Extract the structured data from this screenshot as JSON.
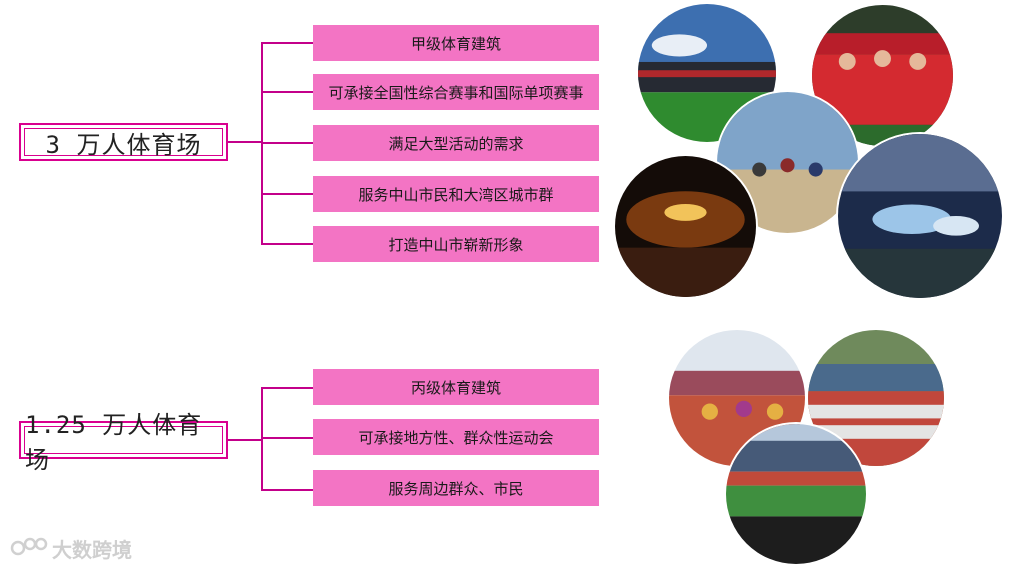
{
  "sections": [
    {
      "title": "3 万人体育场",
      "items": [
        "甲级体育建筑",
        "可承接全国性综合赛事和国际单项赛事",
        "满足大型活动的需求",
        "服务中山市民和大湾区城市群",
        "打造中山市崭新形象"
      ]
    },
    {
      "title": "1.25 万人体育场",
      "items": [
        "丙级体育建筑",
        "可承接地方性、群众性运动会",
        "服务周边群众、市民"
      ]
    }
  ],
  "photos": {
    "top": [
      "stadium-interior",
      "football-team-celebration",
      "jumping-crowd",
      "night-concert",
      "stadium-aerial-night"
    ],
    "bottom": [
      "folk-dance-performance",
      "mass-gymnastics",
      "stadium-field"
    ]
  },
  "watermark": "大数跨境",
  "colors": {
    "accent": "#d9008f",
    "box": "#f374c4"
  }
}
